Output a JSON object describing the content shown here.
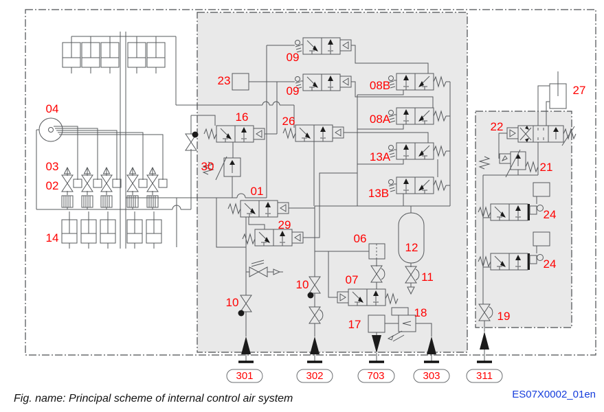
{
  "figure": {
    "caption": "Fig. name: Principal scheme of internal control air system",
    "doc_code": "ES07X0002_01en"
  },
  "colors": {
    "label_red": "#ff0000",
    "doc_code_blue": "#143cdc",
    "region_fill": "#e9e9e9",
    "line_gray": "#55585b"
  },
  "component_labels": {
    "l01": "01",
    "l02": "02",
    "l03": "03",
    "l04": "04",
    "l06": "06",
    "l07": "07",
    "l08A": "08A",
    "l08B": "08B",
    "l09": "09",
    "l10": "10",
    "l11": "11",
    "l12": "12",
    "l13A": "13A",
    "l13B": "13B",
    "l14": "14",
    "l16": "16",
    "l17": "17",
    "l18": "18",
    "l19": "19",
    "l21": "21",
    "l22": "22",
    "l23": "23",
    "l24": "24",
    "l26": "26",
    "l27": "27",
    "l29": "29",
    "l30": "30"
  },
  "ports": {
    "p301": {
      "label": "301",
      "direction": "in"
    },
    "p302": {
      "label": "302",
      "direction": "in"
    },
    "p703": {
      "label": "703",
      "direction": "out"
    },
    "p303": {
      "label": "303",
      "direction": "in"
    },
    "p311": {
      "label": "311",
      "direction": "in"
    }
  }
}
